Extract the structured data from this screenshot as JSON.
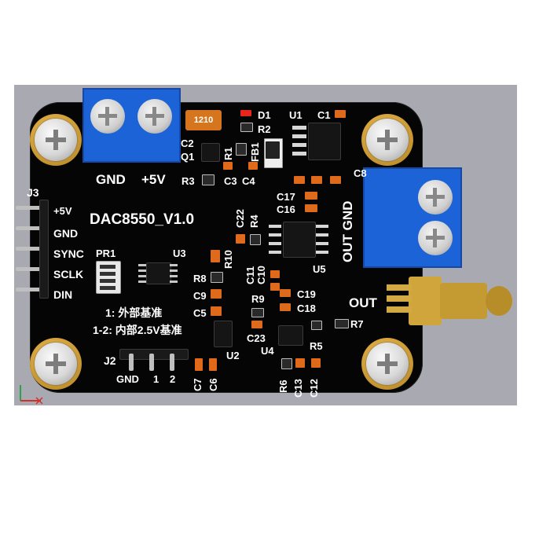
{
  "board": {
    "title": "DAC8550_V1.0",
    "silkscreen": {
      "gnd_power": "GND",
      "plus5v_power": "+5V",
      "j3": "J3",
      "j3_pins": [
        "+5V",
        "GND",
        "SYNC",
        "SCLK",
        "DIN"
      ],
      "pr1": "PR1",
      "u3": "U3",
      "note_external": "1:  外部基准",
      "note_internal": "1-2:  内部2.5V基准",
      "j2": "J2",
      "j2_pins": [
        "GND",
        "1",
        "2"
      ],
      "c7": "C7",
      "c6": "C6",
      "u2": "U2",
      "c2": "C2",
      "q1": "Q1",
      "r3": "R3",
      "c3": "C3",
      "c4": "C4",
      "r1": "R1",
      "fb1": "FB1",
      "d1": "D1",
      "r2": "R2",
      "u1": "U1",
      "c1": "C1",
      "c8": "C8",
      "c17": "C17",
      "c16": "C16",
      "c22": "C22",
      "r4": "R4",
      "r10": "R10",
      "r8": "R8",
      "c9": "C9",
      "c5": "C5",
      "c11": "C11",
      "c10": "C10",
      "u5": "U5",
      "r9": "R9",
      "c19": "C19",
      "c18": "C18",
      "c23": "C23",
      "u4": "U4",
      "r5": "R5",
      "r7": "R7",
      "r6": "R6",
      "c13": "C13",
      "c12": "C12",
      "out_gnd_vertical": "OUT GND",
      "out_label": "OUT",
      "cap1210": "1210"
    }
  },
  "colors": {
    "board": "#050505",
    "terminal_blue": "#1c63d8",
    "gold": "#cfa53c",
    "smd_orange": "#e06a1c",
    "background": "#a9aab1"
  }
}
